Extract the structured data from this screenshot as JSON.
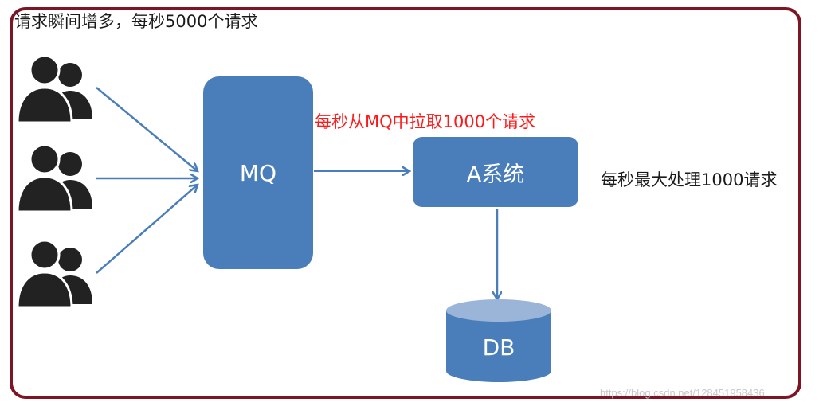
{
  "top_text": "请求瞬间增多，每秒5000个请求",
  "mq_label": "MQ",
  "pull_text": "每秒从MQ中拉取1000个请求",
  "system_label": "A系统",
  "capacity_text": "每秒最大处理1000请求",
  "db_label": "DB",
  "watermark": "https://blog.csdn.net/128451958436",
  "icons": [
    "users-icon",
    "users-icon",
    "users-icon"
  ],
  "colors": {
    "box": "#4a7ebb",
    "arrow": "#4a7ebb",
    "frame": "#7d1525",
    "highlight_text": "#ff1a1a",
    "icon": "#222222"
  }
}
